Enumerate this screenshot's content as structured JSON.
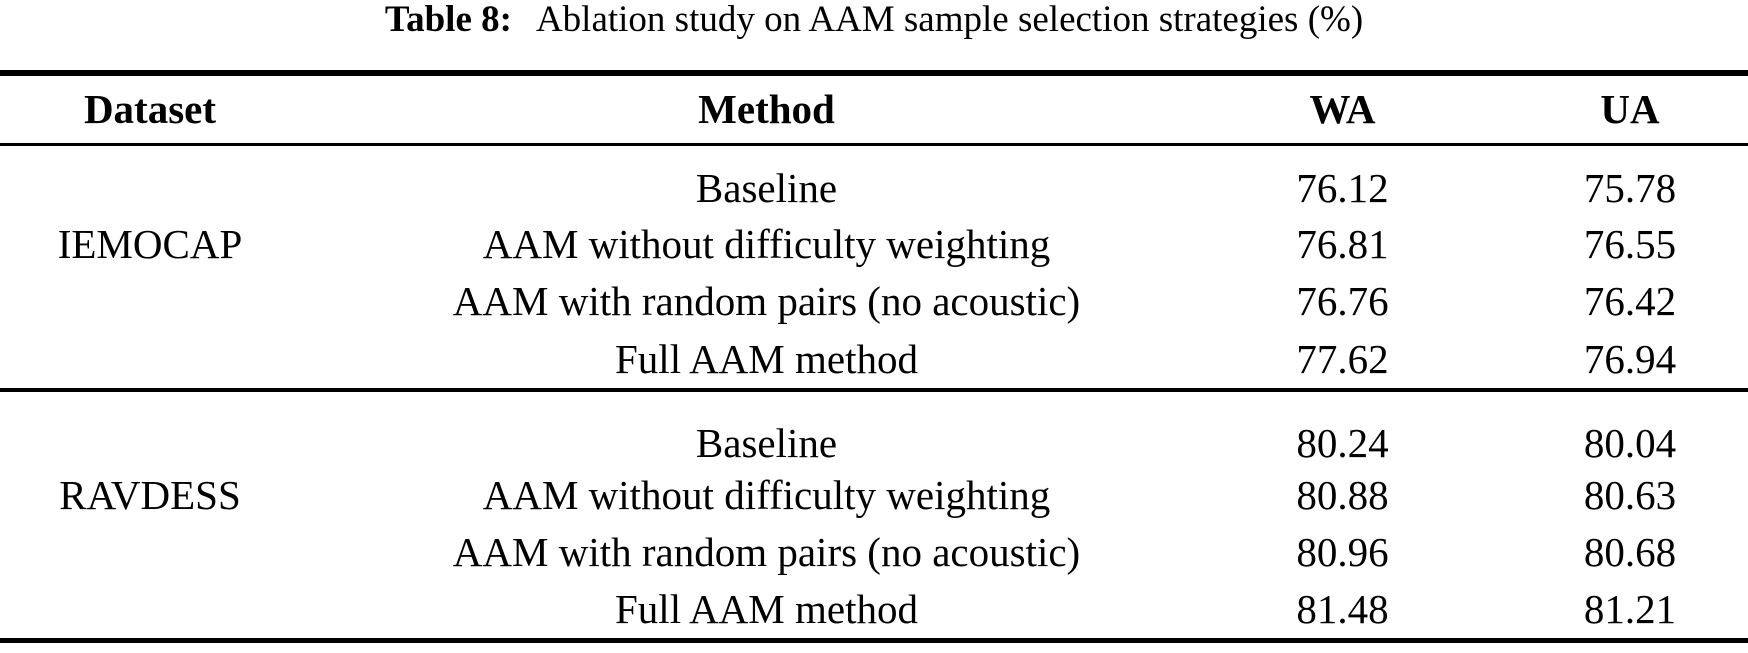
{
  "caption": {
    "label": "Table 8:",
    "text": "Ablation study on AAM sample selection strategies (%)"
  },
  "table": {
    "columns": [
      "Dataset",
      "Method",
      "WA",
      "UA"
    ],
    "groups": [
      {
        "dataset": "IEMOCAP",
        "rows": [
          {
            "method": "Baseline",
            "wa": "76.12",
            "ua": "75.78"
          },
          {
            "method": "AAM without difficulty weighting",
            "wa": "76.81",
            "ua": "76.55"
          },
          {
            "method": "AAM with random pairs (no acoustic)",
            "wa": "76.76",
            "ua": "76.42"
          },
          {
            "method": "Full AAM method",
            "wa": "77.62",
            "ua": "76.94"
          }
        ]
      },
      {
        "dataset": "RAVDESS",
        "rows": [
          {
            "method": "Baseline",
            "wa": "80.24",
            "ua": "80.04"
          },
          {
            "method": "AAM without difficulty weighting",
            "wa": "80.88",
            "ua": "80.63"
          },
          {
            "method": "AAM with random pairs (no acoustic)",
            "wa": "80.96",
            "ua": "80.68"
          },
          {
            "method": "Full AAM method",
            "wa": "81.48",
            "ua": "81.21"
          }
        ]
      }
    ]
  },
  "colors": {
    "text": "#000000",
    "background": "#ffffff",
    "rule": "#000000"
  }
}
